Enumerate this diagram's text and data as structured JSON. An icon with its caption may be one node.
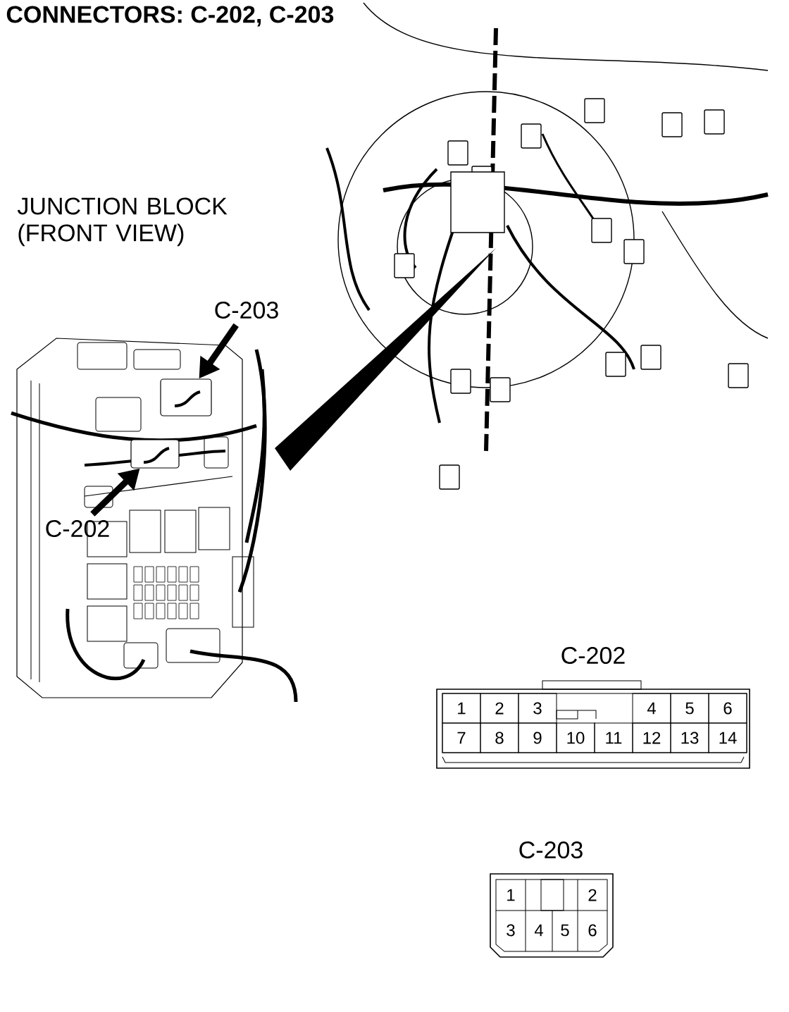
{
  "diagram": {
    "title": "CONNECTORS: C-202, C-203",
    "nodes": [
      {
        "text": [
          "C-203"
        ]
      },
      {
        "text": [],
        "shape": "box"
      },
      {
        "text": [
          "C-202"
        ]
      },
      {
        "text": [],
        "shape": "box"
      },
      {
        "text": [
          "C-202"
        ]
      },
      {
        "text": [
          "C-203"
        ]
      }
    ],
    "edges": [
      {
        "from": 0,
        "to": 1,
        "arrow": "to"
      },
      {
        "from": 2,
        "to": 3,
        "arrow": "to"
      }
    ],
    "labels": [
      "JUNCTION BLOCK (FRONT VIEW)",
      "1",
      "2",
      "3",
      "4",
      "5",
      "6",
      "7",
      "8",
      "9",
      "10",
      "11",
      "12",
      "13",
      "14",
      "1",
      "2",
      "3",
      "4",
      "5",
      "6"
    ]
  }
}
